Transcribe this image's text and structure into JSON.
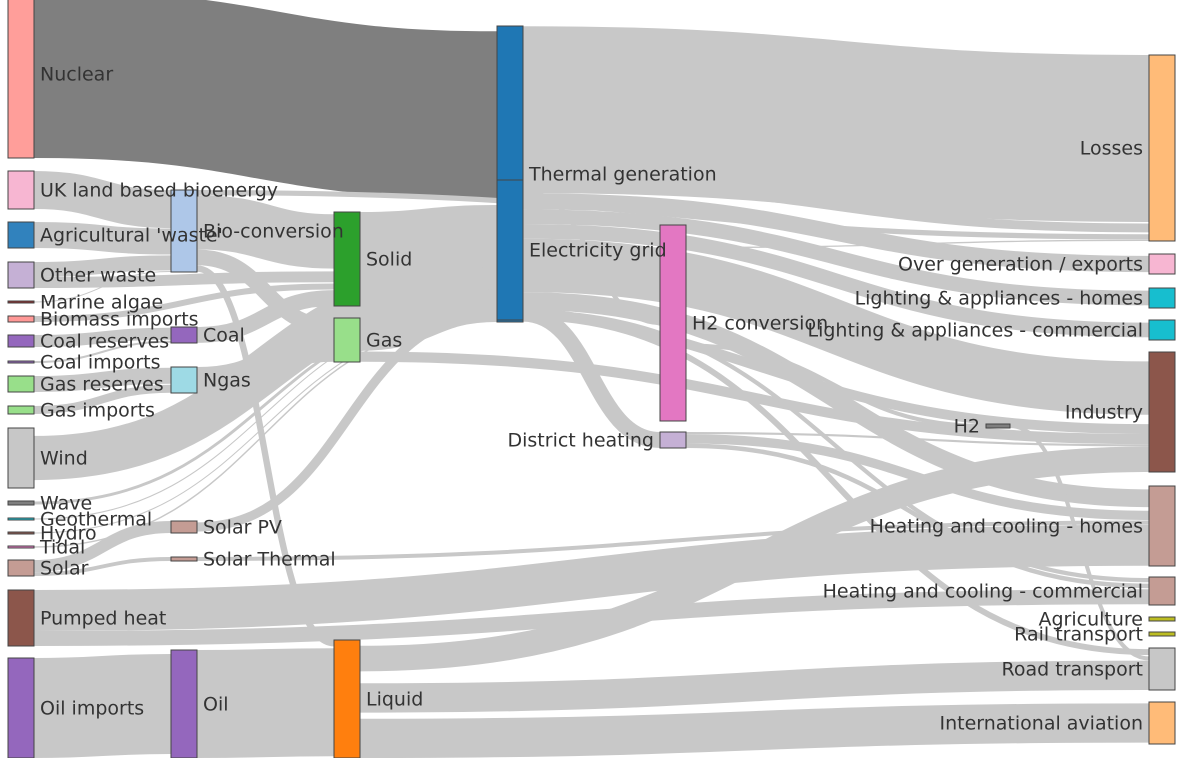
{
  "chart_data": {
    "type": "sankey",
    "title": "",
    "colors": {
      "link": "#c8c8c8",
      "link_dark": "#7f7f7f",
      "nuclear": "#ff9e9a",
      "ukland": "#f7b6d2",
      "agri": "#3182bd",
      "otherwaste": "#c5b0d5",
      "algae": "#8c2d2d",
      "biomassimp": "#ff9896",
      "coalres": "#9467bd",
      "coalimp": "#9467bd",
      "gasres": "#98df8a",
      "gasimp": "#98df8a",
      "wind": "#c7c7c7",
      "wave": "#7f7f7f",
      "geo": "#17becf",
      "hydro": "#8c564b",
      "tidal": "#e377c2",
      "solar": "#c49c94",
      "pumped": "#8c564b",
      "oilimp": "#9467bd",
      "bioconv": "#aec7e8",
      "coal": "#9467bd",
      "ngas": "#9edae5",
      "solarpv": "#c49c94",
      "solarthermal": "#c49c94",
      "oil": "#9467bd",
      "solid": "#2ca02c",
      "gas": "#98df8a",
      "liquid": "#ff7f0e",
      "thermal": "#1f77b4",
      "elecgrid": "#1f77b4",
      "h2conv": "#e377c2",
      "district": "#c5b0d5",
      "h2": "#7f7f7f",
      "losses": "#ffbb78",
      "overgen": "#f7b6d2",
      "lighthomes": "#17becf",
      "lightcomm": "#17becf",
      "industry": "#8c564b",
      "heathomes": "#c49c94",
      "heatcomm": "#c49c94",
      "agriculture": "#bcbd22",
      "rail": "#bcbd22",
      "road": "#c7c7c7",
      "aviation": "#ffbb78"
    },
    "nodes": [
      {
        "id": "nuclear",
        "label": "Nuclear"
      },
      {
        "id": "ukland",
        "label": "UK land based bioenergy"
      },
      {
        "id": "agri",
        "label": "Agricultural 'waste'"
      },
      {
        "id": "otherwaste",
        "label": "Other waste"
      },
      {
        "id": "algae",
        "label": "Marine algae"
      },
      {
        "id": "biomassimp",
        "label": "Biomass imports"
      },
      {
        "id": "coalres",
        "label": "Coal reserves"
      },
      {
        "id": "coalimp",
        "label": "Coal imports"
      },
      {
        "id": "gasres",
        "label": "Gas reserves"
      },
      {
        "id": "gasimp",
        "label": "Gas imports"
      },
      {
        "id": "wind",
        "label": "Wind"
      },
      {
        "id": "wave",
        "label": "Wave"
      },
      {
        "id": "geo",
        "label": "Geothermal"
      },
      {
        "id": "hydro",
        "label": "Hydro"
      },
      {
        "id": "tidal",
        "label": "Tidal"
      },
      {
        "id": "solar",
        "label": "Solar"
      },
      {
        "id": "pumped",
        "label": "Pumped heat"
      },
      {
        "id": "oilimp",
        "label": "Oil imports"
      },
      {
        "id": "bioconv",
        "label": "Bio-conversion"
      },
      {
        "id": "coal",
        "label": "Coal"
      },
      {
        "id": "ngas",
        "label": "Ngas"
      },
      {
        "id": "solarpv",
        "label": "Solar PV"
      },
      {
        "id": "solarthermal",
        "label": "Solar Thermal"
      },
      {
        "id": "oil",
        "label": "Oil"
      },
      {
        "id": "solid",
        "label": "Solid"
      },
      {
        "id": "gas",
        "label": "Gas"
      },
      {
        "id": "liquid",
        "label": "Liquid"
      },
      {
        "id": "thermal",
        "label": "Thermal generation"
      },
      {
        "id": "elecgrid",
        "label": "Electricity grid"
      },
      {
        "id": "h2conv",
        "label": "H2 conversion"
      },
      {
        "id": "district",
        "label": "District heating"
      },
      {
        "id": "h2",
        "label": "H2"
      },
      {
        "id": "losses",
        "label": "Losses"
      },
      {
        "id": "overgen",
        "label": "Over generation / exports"
      },
      {
        "id": "lighthomes",
        "label": "Lighting & appliances - homes"
      },
      {
        "id": "lightcomm",
        "label": "Lighting & appliances - commercial"
      },
      {
        "id": "industry",
        "label": "Industry"
      },
      {
        "id": "heathomes",
        "label": "Heating and cooling - homes"
      },
      {
        "id": "heatcomm",
        "label": "Heating and cooling - commercial"
      },
      {
        "id": "agriculture",
        "label": "Agriculture"
      },
      {
        "id": "rail",
        "label": "Rail transport"
      },
      {
        "id": "road",
        "label": "Road transport"
      },
      {
        "id": "aviation",
        "label": "International aviation"
      }
    ],
    "links": [
      {
        "source": "nuclear",
        "target": "thermal",
        "value": 839.978,
        "tone": "dark"
      },
      {
        "source": "ukland",
        "target": "bioconv",
        "value": 182.01
      },
      {
        "source": "agri",
        "target": "bioconv",
        "value": 124.729
      },
      {
        "source": "otherwaste",
        "target": "bioconv",
        "value": 77.81
      },
      {
        "source": "otherwaste",
        "target": "solid",
        "value": 56.587
      },
      {
        "source": "algae",
        "target": "bioconv",
        "value": 4.375
      },
      {
        "source": "biomassimp",
        "target": "solid",
        "value": 35
      },
      {
        "source": "coalres",
        "target": "coal",
        "value": 63.965
      },
      {
        "source": "coalimp",
        "target": "coal",
        "value": 11.606
      },
      {
        "source": "gasres",
        "target": "ngas",
        "value": 82.233
      },
      {
        "source": "gasimp",
        "target": "ngas",
        "value": 40.719
      },
      {
        "source": "wind",
        "target": "elecgrid",
        "value": 289.366
      },
      {
        "source": "wave",
        "target": "elecgrid",
        "value": 19.013
      },
      {
        "source": "geo",
        "target": "elecgrid",
        "value": 7.013
      },
      {
        "source": "hydro",
        "target": "elecgrid",
        "value": 6.995
      },
      {
        "source": "tidal",
        "target": "elecgrid",
        "value": 9.452
      },
      {
        "source": "solar",
        "target": "solarpv",
        "value": 59.901
      },
      {
        "source": "solar",
        "target": "solarthermal",
        "value": 19.263
      },
      {
        "source": "pumped",
        "target": "heathomes",
        "value": 193.026
      },
      {
        "source": "pumped",
        "target": "heatcomm",
        "value": 70.672
      },
      {
        "source": "oilimp",
        "target": "oil",
        "value": 504.287
      },
      {
        "source": "bioconv",
        "target": "solid",
        "value": 280.322
      },
      {
        "source": "bioconv",
        "target": "gas",
        "value": 81.144
      },
      {
        "source": "bioconv",
        "target": "liquid",
        "value": 35
      },
      {
        "source": "bioconv",
        "target": "losses",
        "value": 26.862
      },
      {
        "source": "coal",
        "target": "solid",
        "value": 75.571
      },
      {
        "source": "ngas",
        "target": "gas",
        "value": 122.952
      },
      {
        "source": "solarpv",
        "target": "elecgrid",
        "value": 59.901
      },
      {
        "source": "solarthermal",
        "target": "heathomes",
        "value": 19.263
      },
      {
        "source": "oil",
        "target": "liquid",
        "value": 611.99
      },
      {
        "source": "solid",
        "target": "thermal",
        "value": 400.12
      },
      {
        "source": "solid",
        "target": "industry",
        "value": 46.477
      },
      {
        "source": "gas",
        "target": "thermal",
        "value": 151.891
      },
      {
        "source": "gas",
        "target": "industry",
        "value": 48.58
      },
      {
        "source": "liquid",
        "target": "industry",
        "value": 121.066
      },
      {
        "source": "liquid",
        "target": "road",
        "value": 135.835
      },
      {
        "source": "liquid",
        "target": "aviation",
        "value": 128.014
      },
      {
        "source": "thermal",
        "target": "elecgrid",
        "value": 525.531
      },
      {
        "source": "thermal",
        "target": "losses",
        "value": 787.129
      },
      {
        "source": "thermal",
        "target": "district",
        "value": 79.329
      },
      {
        "source": "elecgrid",
        "target": "overgen",
        "value": 104.453
      },
      {
        "source": "elecgrid",
        "target": "lighthomes",
        "value": 93.8
      },
      {
        "source": "elecgrid",
        "target": "lightcomm",
        "value": 93.8
      },
      {
        "source": "elecgrid",
        "target": "industry",
        "value": 342.165
      },
      {
        "source": "elecgrid",
        "target": "heathomes",
        "value": 113.726
      },
      {
        "source": "elecgrid",
        "target": "heatcomm",
        "value": 27.14
      },
      {
        "source": "elecgrid",
        "target": "h2conv",
        "value": 27.14
      },
      {
        "source": "elecgrid",
        "target": "road",
        "value": 37.797
      },
      {
        "source": "elecgrid",
        "target": "losses",
        "value": 56.691
      },
      {
        "source": "h2conv",
        "target": "h2",
        "value": 20.897
      },
      {
        "source": "h2conv",
        "target": "losses",
        "value": 6.242
      },
      {
        "source": "district",
        "target": "industry",
        "value": 10.639
      },
      {
        "source": "district",
        "target": "heathomes",
        "value": 46.184
      },
      {
        "source": "district",
        "target": "heatcomm",
        "value": 22.505
      },
      {
        "source": "h2",
        "target": "road",
        "value": 20.897
      }
    ]
  }
}
